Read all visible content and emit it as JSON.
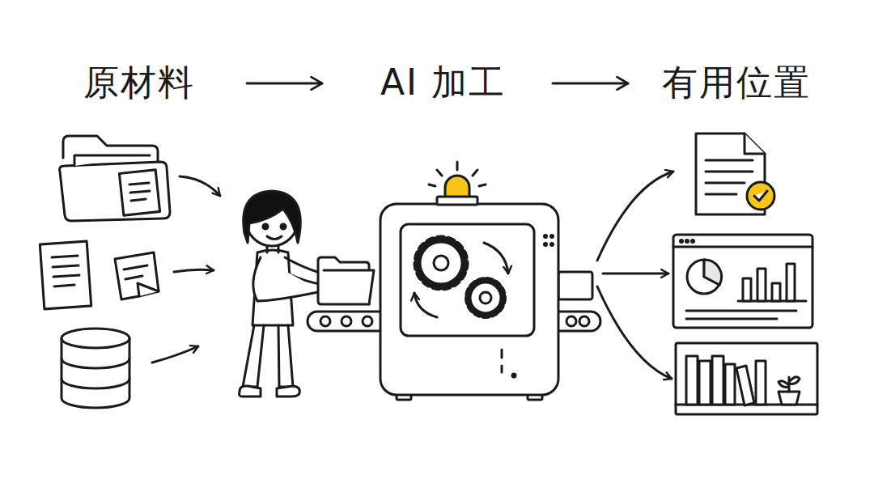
{
  "diagram": {
    "labels": [
      "原材料",
      "AI 加工",
      "有用位置"
    ]
  }
}
